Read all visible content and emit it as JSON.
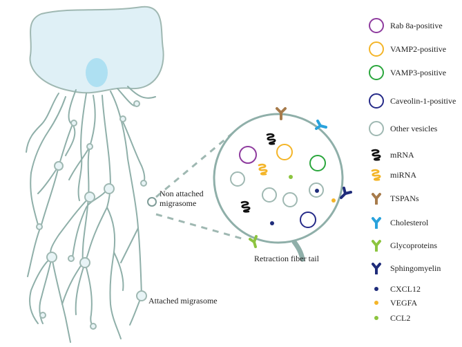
{
  "labels": {
    "non_attached": [
      "Non attached",
      "migrasome"
    ],
    "attached": "Attached migrasome",
    "retraction": "Retraction fiber tail"
  },
  "legend": [
    {
      "label": "Rab 8a-positive",
      "symbol": "ring",
      "color": "#8e3b9e"
    },
    {
      "label": "VAMP2-positive",
      "symbol": "ring",
      "color": "#f4b528"
    },
    {
      "label": "VAMP3-positive",
      "symbol": "ring",
      "color": "#2aa63c"
    },
    {
      "label": "Caveolin-1-positive",
      "symbol": "ring",
      "color": "#252a88"
    },
    {
      "label": "Other vesicles",
      "symbol": "ring",
      "color": "#9fb8b2"
    },
    {
      "label": "mRNA",
      "symbol": "squiggle",
      "color": "#111111"
    },
    {
      "label": "miRNA",
      "symbol": "squiggle",
      "color": "#f4b528"
    },
    {
      "label": "TSPANs",
      "symbol": "y-receptor",
      "color": "#a77b4b"
    },
    {
      "label": "Cholesterol",
      "symbol": "y-receptor",
      "color": "#29a2dc"
    },
    {
      "label": "Glycoproteins",
      "symbol": "y-receptor",
      "color": "#8cc43f"
    },
    {
      "label": "Sphingomyelin",
      "symbol": "y-receptor",
      "color": "#1f2c7a"
    },
    {
      "label": "CXCL12",
      "symbol": "dot",
      "color": "#1f2c7a"
    },
    {
      "label": "VEGFA",
      "symbol": "dot",
      "color": "#f4b528"
    },
    {
      "label": "CCL2",
      "symbol": "dot",
      "color": "#8cc43f"
    }
  ],
  "colors": {
    "cell_fill": "#dff0f6",
    "cell_stroke": "#9fb8b2",
    "nucleus": "#aee0f2",
    "fiber": "#8fafa9",
    "migrasome_fill": "#e8f4f6"
  }
}
